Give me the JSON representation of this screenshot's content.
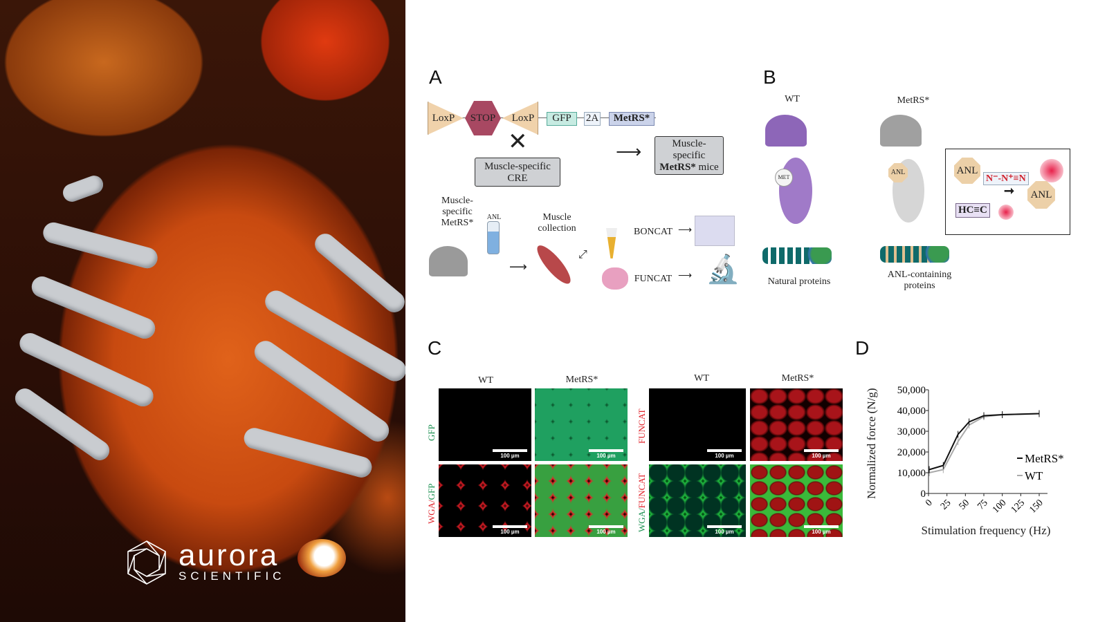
{
  "brand": {
    "name": "aurora",
    "sub": "SCIENTIFIC"
  },
  "panelA": {
    "label": "A",
    "loxp1": "LoxP",
    "stop": "STOP",
    "loxp2": "LoxP",
    "gfp": "GFP",
    "twoa": "2A",
    "metrs": "MetRS*",
    "cre_l1": "Muscle-specific",
    "cre_l2": "CRE",
    "result_l1": "Muscle-",
    "result_l2": "specific",
    "result_bold": "MetRS*",
    "result_rest": " mice",
    "mouse_l1": "Muscle-",
    "mouse_l2": "specific",
    "mouse_l3": "MetRS*",
    "anl": "ANL",
    "coll_l1": "Muscle",
    "coll_l2": "collection",
    "boncat": "BONCAT",
    "funcat": "FUNCAT"
  },
  "panelB": {
    "label": "B",
    "wt": "WT",
    "metrs": "MetRS*",
    "met": "MET",
    "anl": "ANL",
    "azide": "N⁻-N⁺≡N",
    "alkyne": "HC≡C",
    "anl2": "ANL",
    "anl3": "ANL",
    "natural": "Natural proteins",
    "anl_l1": "ANL-containing",
    "anl_l2": "proteins"
  },
  "panelC": {
    "label": "C",
    "left": {
      "col1": "WT",
      "col2": "MetRS*",
      "row1": "GFP",
      "row2a": "WGA/",
      "row2b": "GFP"
    },
    "right": {
      "col1": "WT",
      "col2": "MetRS*",
      "row1": "FUNCAT",
      "row2a": "WGA/",
      "row2b": "FUNCAT"
    },
    "scale": "100 µm"
  },
  "chart_data": {
    "type": "line",
    "label": "D",
    "xlabel": "Stimulation frequency (Hz)",
    "ylabel": "Normalized force (N/g)",
    "xlim": [
      0,
      150
    ],
    "ylim": [
      0,
      50000
    ],
    "xticks": [
      "0",
      "25",
      "50",
      "75",
      "100",
      "125",
      "150"
    ],
    "yticks": [
      "0",
      "10,000",
      "20,000",
      "30,000",
      "40,000",
      "50,000"
    ],
    "legend_position": "right",
    "series": [
      {
        "name": "MetRS*",
        "color": "#111111",
        "x": [
          1,
          20,
          40,
          55,
          75,
          100,
          150
        ],
        "y": [
          11500,
          13500,
          28500,
          34500,
          37500,
          38000,
          38500
        ]
      },
      {
        "name": "WT",
        "color": "#aaaaaa",
        "x": [
          1,
          20,
          40,
          55,
          75,
          100,
          150
        ],
        "y": [
          10000,
          11500,
          25000,
          33000,
          37000,
          38000,
          38500
        ]
      }
    ]
  }
}
